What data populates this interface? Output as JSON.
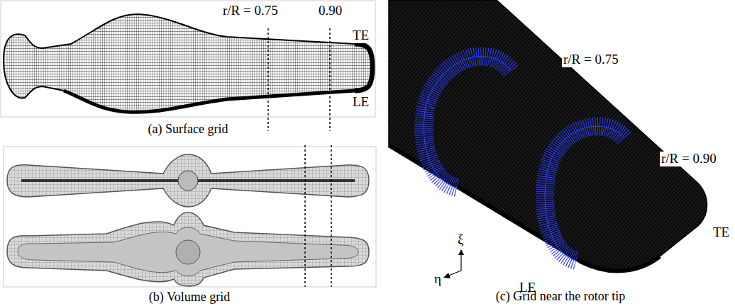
{
  "diagram": {
    "labels": [
      "r/R = 0.75",
      "0.90",
      "TE",
      "LE",
      "(a) Surface grid",
      "(b) Volume grid",
      "r/R = 0.75",
      "r/R = 0.90",
      "TE",
      "LE",
      "ξ",
      "η",
      "(c) Grid near the rotor tip"
    ]
  }
}
